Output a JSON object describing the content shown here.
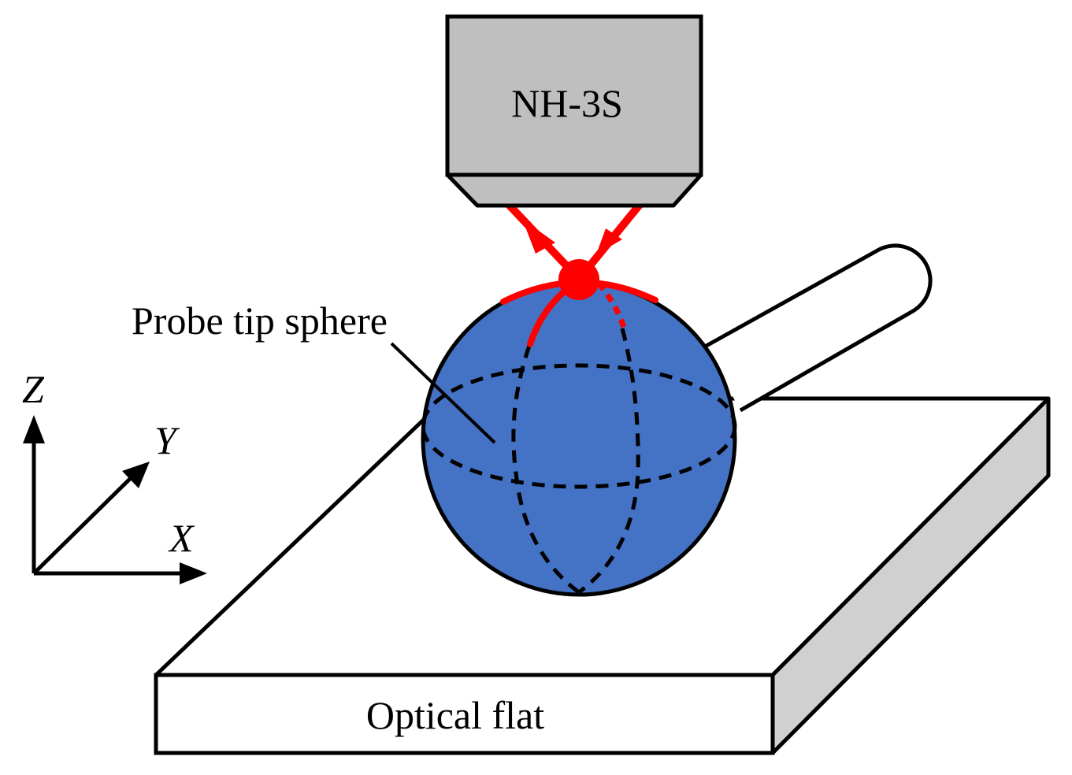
{
  "diagram": {
    "sensor_label": "NH-3S",
    "sphere_label": "Probe tip sphere",
    "flat_label": "Optical flat",
    "axes": {
      "z": "Z",
      "y": "Y",
      "x": "X"
    },
    "colors": {
      "sensor_fill": "#bfbfbf",
      "sphere_fill": "#4472c4",
      "laser": "#ff0000",
      "flat_side": "#d0d0d0",
      "outline": "#000000"
    }
  }
}
